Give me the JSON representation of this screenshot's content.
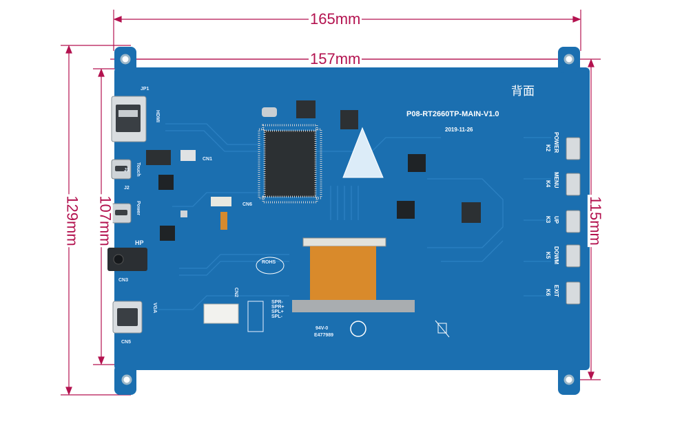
{
  "dimensions": {
    "top_outer": "165mm",
    "top_inner": "157mm",
    "left_outer": "129mm",
    "left_inner": "107mm",
    "right": "115mm",
    "line_color": "#b3124f"
  },
  "board": {
    "side_label": "背面",
    "model": "P08-RT2660TP-MAIN-V1.0",
    "date": "2019-11-26",
    "pcb_color": "#1b6fb0",
    "fpc_color": "#d98a2b"
  },
  "connectors": {
    "jp1": "JP1",
    "hdmi": "HDMI",
    "j1": "J1",
    "touch": "Touch",
    "j2": "J2",
    "power": "Power",
    "hp": "HP",
    "cn3": "CN3",
    "vga": "VGA",
    "cn5": "CN5",
    "cn6": "CN6",
    "cn1": "CN1",
    "cn2": "CN2"
  },
  "buttons": [
    {
      "ref": "K2",
      "label": "POWER"
    },
    {
      "ref": "K4",
      "label": "MENU"
    },
    {
      "ref": "K3",
      "label": "UP"
    },
    {
      "ref": "K5",
      "label": "DOWM"
    },
    {
      "ref": "K6",
      "label": "EXIT"
    }
  ],
  "markings": {
    "rohs": "ROHS",
    "ul": "94V-0",
    "ul_file": "E477989",
    "spr_block": [
      "SPR-",
      "SPR+",
      "SPL+",
      "SPL-"
    ]
  }
}
